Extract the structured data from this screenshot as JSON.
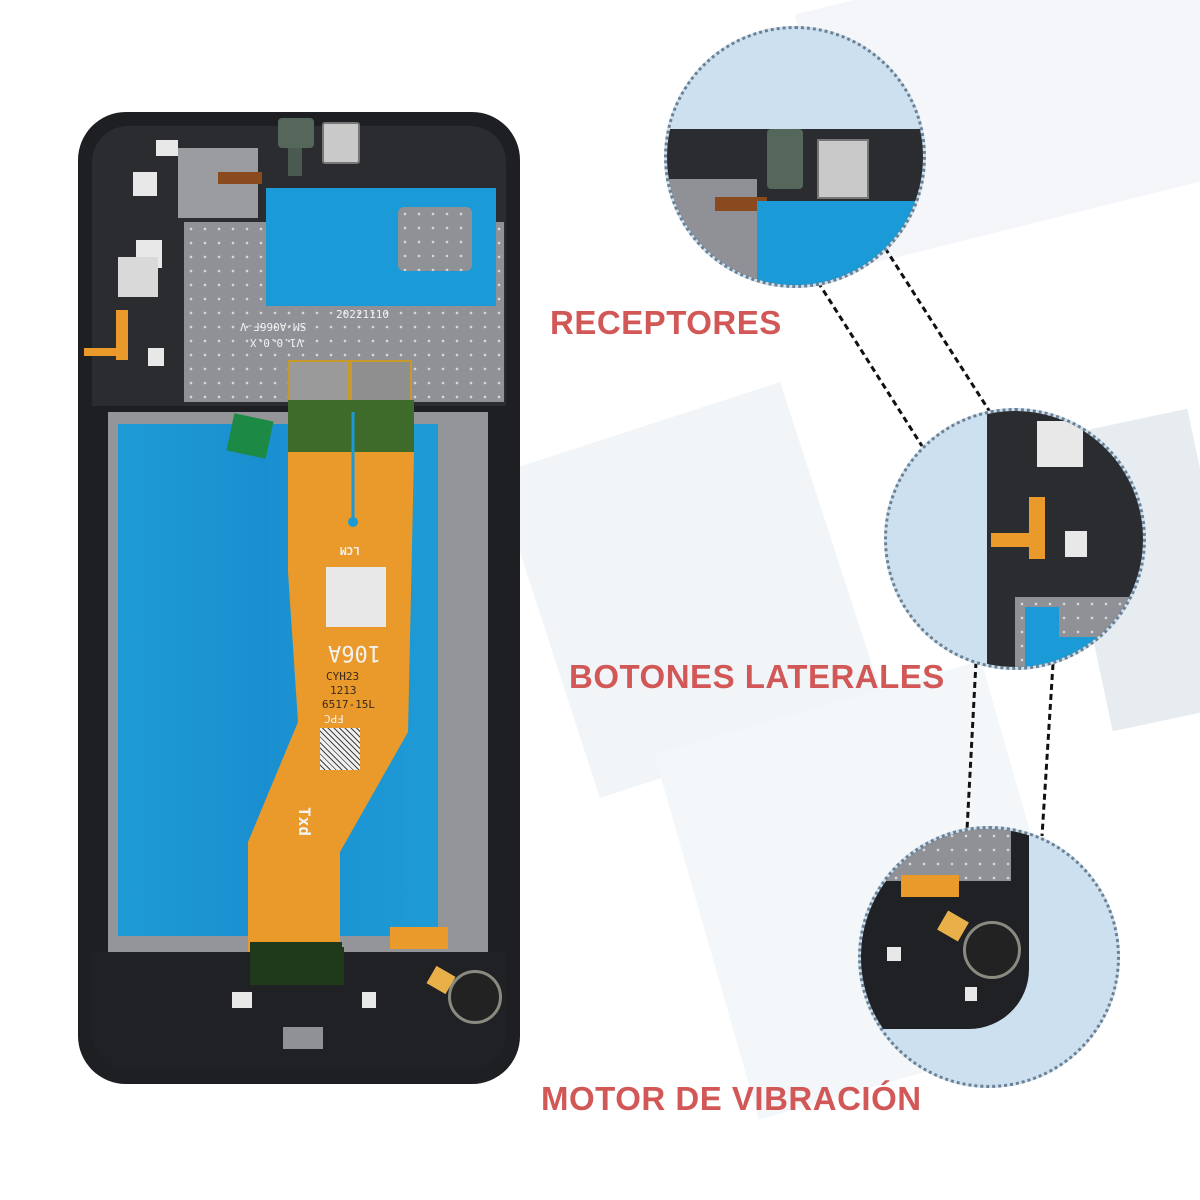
{
  "labels": {
    "receptores": "RECEPTORES",
    "botones": "BOTONES LATERALES",
    "motor": "MOTOR DE VIBRACIÓN"
  },
  "colors": {
    "label": "#d25858",
    "circle_fill": "#cde0ef",
    "circle_border": "#6b8193",
    "frame": "#1d1f22",
    "blue_film": "#1a9ad6",
    "flex_cable": "#e99a2a"
  },
  "board": {
    "date_code": "20221110",
    "part_code_1": "SM-A066F-V",
    "part_code_2": "V1.0.0.X",
    "flex_label_lcm": "LCM",
    "flex_model": "106A",
    "flex_code_1": "CYH23",
    "flex_code_2": "1213",
    "flex_code_3": "6517-15L",
    "flex_label_fpc": "FPC",
    "flex_brand": "Txd"
  }
}
